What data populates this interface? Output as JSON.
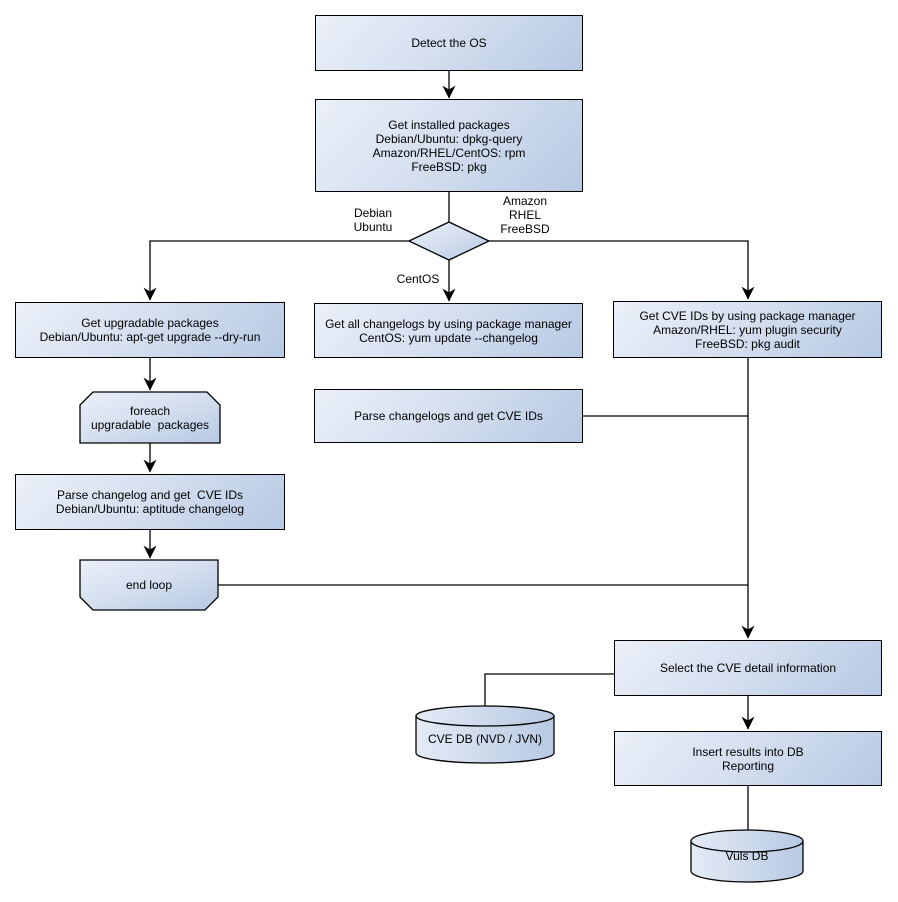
{
  "colors": {
    "node_fill_light": "#ebf0f9",
    "node_fill_dark": "#b7c9e3",
    "stroke": "#000000",
    "background": "#ffffff"
  },
  "nodes": {
    "detect_os": {
      "lines": [
        "Detect the OS"
      ]
    },
    "get_installed_packages": {
      "lines": [
        "Get installed packages",
        "Debian/Ubuntu: dpkg-query",
        "Amazon/RHEL/CentOS: rpm",
        "FreeBSD: pkg"
      ]
    },
    "get_upgradable_packages": {
      "lines": [
        "Get upgradable packages",
        "Debian/Ubuntu: apt-get upgrade --dry-run"
      ]
    },
    "foreach_loop": {
      "lines": [
        "foreach",
        "upgradable  packages"
      ]
    },
    "parse_changelog": {
      "lines": [
        "Parse changelog and get  CVE IDs",
        "Debian/Ubuntu: aptitude changelog"
      ]
    },
    "end_loop": {
      "lines": [
        "end loop"
      ]
    },
    "get_all_changelogs": {
      "lines": [
        "Get all changelogs by using package manager",
        "CentOS: yum update --changelog"
      ]
    },
    "parse_changelogs": {
      "lines": [
        "Parse changelogs and get CVE IDs"
      ]
    },
    "get_cve_ids": {
      "lines": [
        "Get CVE IDs by using package manager",
        "Amazon/RHEL: yum plugin security",
        "FreeBSD: pkg audit"
      ]
    },
    "select_cve_detail": {
      "lines": [
        "Select the CVE detail information"
      ]
    },
    "cve_db": {
      "lines": [
        "CVE DB (NVD / JVN)"
      ]
    },
    "insert_results": {
      "lines": [
        "Insert results into DB",
        "Reporting"
      ]
    },
    "vuls_db": {
      "lines": [
        "Vuls DB"
      ]
    }
  },
  "edge_labels": {
    "left_branch": {
      "lines": [
        "Debian",
        "Ubuntu"
      ]
    },
    "right_branch": {
      "lines": [
        "Amazon",
        "RHEL",
        "FreeBSD"
      ]
    },
    "bottom_branch": {
      "lines": [
        "CentOS"
      ]
    }
  }
}
